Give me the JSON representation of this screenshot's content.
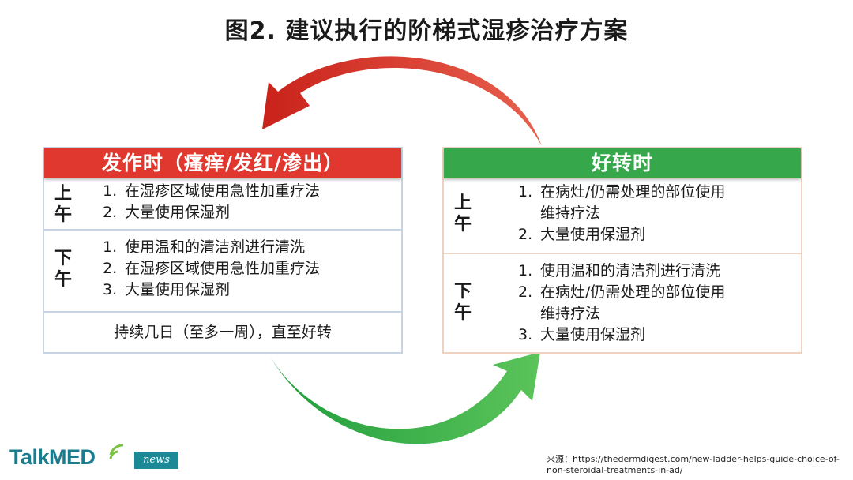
{
  "title": "图2. 建议执行的阶梯式湿疹治疗方案",
  "flare_panel": {
    "header": "发作时（瘙痒/发红/渗出）",
    "header_color": "#e0382e",
    "morning": {
      "label": [
        "上",
        "午"
      ],
      "items": [
        {
          "num": "1.",
          "text": "在湿疹区域使用急性加重疗法"
        },
        {
          "num": "2.",
          "text": "大量使用保湿剂"
        }
      ]
    },
    "afternoon": {
      "label": [
        "下",
        "午"
      ],
      "items": [
        {
          "num": "1.",
          "text": "使用温和的清洁剂进行清洗"
        },
        {
          "num": "2.",
          "text": "在湿疹区域使用急性加重疗法"
        },
        {
          "num": "3.",
          "text": "大量使用保湿剂"
        }
      ]
    },
    "footer": "持续几日（至多一周），直至好转"
  },
  "improve_panel": {
    "header": "好转时",
    "header_color": "#36a84b",
    "morning": {
      "label": [
        "上",
        "午"
      ],
      "items": [
        {
          "num": "1.",
          "text": "在病灶/仍需处理的部位使用",
          "text2": "维持疗法"
        },
        {
          "num": "2.",
          "text": "大量使用保湿剂"
        }
      ]
    },
    "afternoon": {
      "label": [
        "下",
        "午"
      ],
      "items": [
        {
          "num": "1.",
          "text": "使用温和的清洁剂进行清洗"
        },
        {
          "num": "2.",
          "text": "在病灶/仍需处理的部位使用",
          "text2": "维持疗法"
        },
        {
          "num": "3.",
          "text": "大量使用保湿剂"
        }
      ]
    }
  },
  "arrows": {
    "top_color": "#d62f24",
    "bottom_color": "#2e9e44"
  },
  "logo": {
    "brand_a": "TalkME",
    "brand_b": "D",
    "badge": "news"
  },
  "source": {
    "label": "来源：",
    "url_line1": "https://thedermdigest.com/new-ladder-helps-guide-choice-of-",
    "url_line2": "non-steroidal-treatments-in-ad/"
  }
}
